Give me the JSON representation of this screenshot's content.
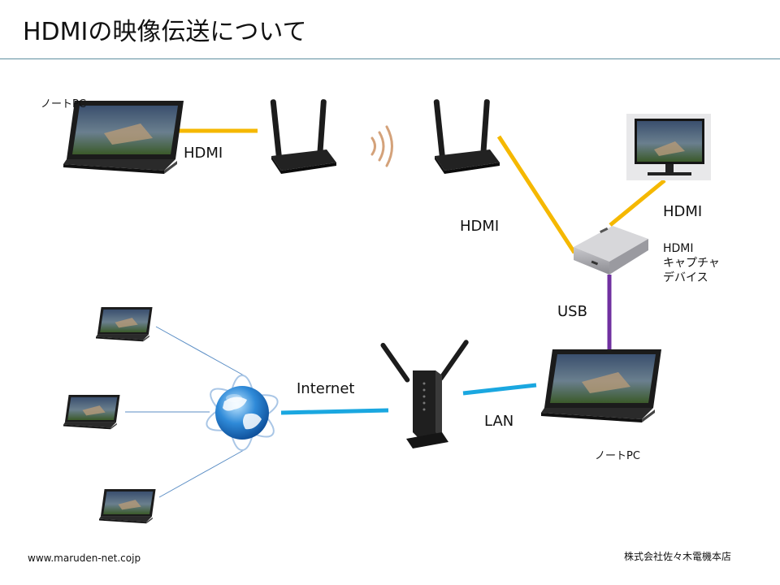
{
  "title": "HDMIの映像伝送について",
  "labels": {
    "laptop_top": "ノートPC",
    "hdmi_1": "HDMI",
    "hdmi_2": "HDMI",
    "hdmi_3": "HDMI",
    "capture_device": "HDMI\nキャプチャ\nデバイス",
    "usb": "USB",
    "internet": "Internet",
    "lan": "LAN",
    "laptop_bottom": "ノートPC"
  },
  "footer": {
    "website": "www.maruden-net.cojp",
    "company": "株式会社佐々木電機本店"
  },
  "colors": {
    "hdmi_cable": "#f5b800",
    "lan_cable": "#1aa7e0",
    "usb_cable": "#7030a0",
    "thin_line": "#5b8ec5",
    "rule": "#5f8fa0"
  }
}
